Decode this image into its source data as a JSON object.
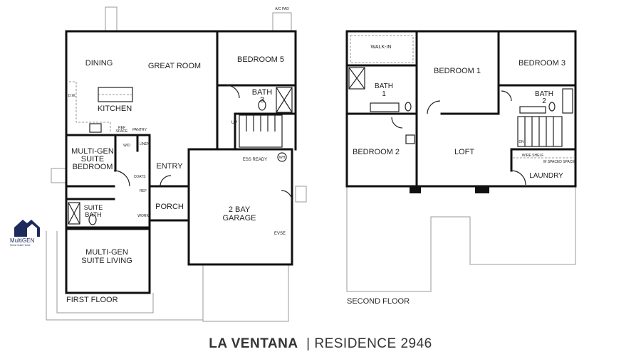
{
  "title": {
    "name": "LA VENTANA",
    "separator": "|",
    "residence": "RESIDENCE 2946"
  },
  "logo": {
    "name": "MultiGEN",
    "tagline": "Home Suite Home",
    "color": "#1d2a5c"
  },
  "first_floor": {
    "label": "FIRST FLOOR",
    "ac_pad": "A/C PAD",
    "rooms": {
      "dining": "DINING",
      "great_room": "GREAT ROOM",
      "bedroom5": "BEDROOM 5",
      "bath3_a": "BATH",
      "bath3_b": "3",
      "kitchen": "KITCHEN",
      "dw": "D.W.",
      "ref_a": "REF",
      "ref_b": "SPACE",
      "pantry": "PANTRY",
      "mg_bed_a": "MULTI-GEN",
      "mg_bed_b": "SUITE",
      "mg_bed_c": "BEDROOM",
      "wd": "W/D",
      "linen": "LINEN",
      "entry": "ENTRY",
      "coats": "COATS",
      "porch": "PORCH",
      "suite_bath_a": "SUITE",
      "suite_bath_b": "BATH",
      "mg_liv_a": "MULTI-GEN",
      "mg_liv_b": "SUITE LIVING",
      "garage_a": "2 BAY",
      "garage_b": "GARAGE",
      "up": "UP",
      "ess": "ESS READY",
      "wh": "WH",
      "evse": "EVSE",
      "ref2": "REF",
      "work": "WORK"
    }
  },
  "second_floor": {
    "label": "SECOND FLOOR",
    "rooms": {
      "walkin": "WALK-IN",
      "bedroom1": "BEDROOM 1",
      "bedroom3": "BEDROOM 3",
      "bath1_a": "BATH",
      "bath1_b": "1",
      "bath2_a": "BATH",
      "bath2_b": "2",
      "bedroom2": "BEDROOM 2",
      "loft": "LOFT",
      "laundry": "LAUNDRY",
      "dn": "DN",
      "wire_shelf": "WIRE SHELF",
      "w_space": "W SPACE",
      "d_space": "D SPACE"
    }
  }
}
